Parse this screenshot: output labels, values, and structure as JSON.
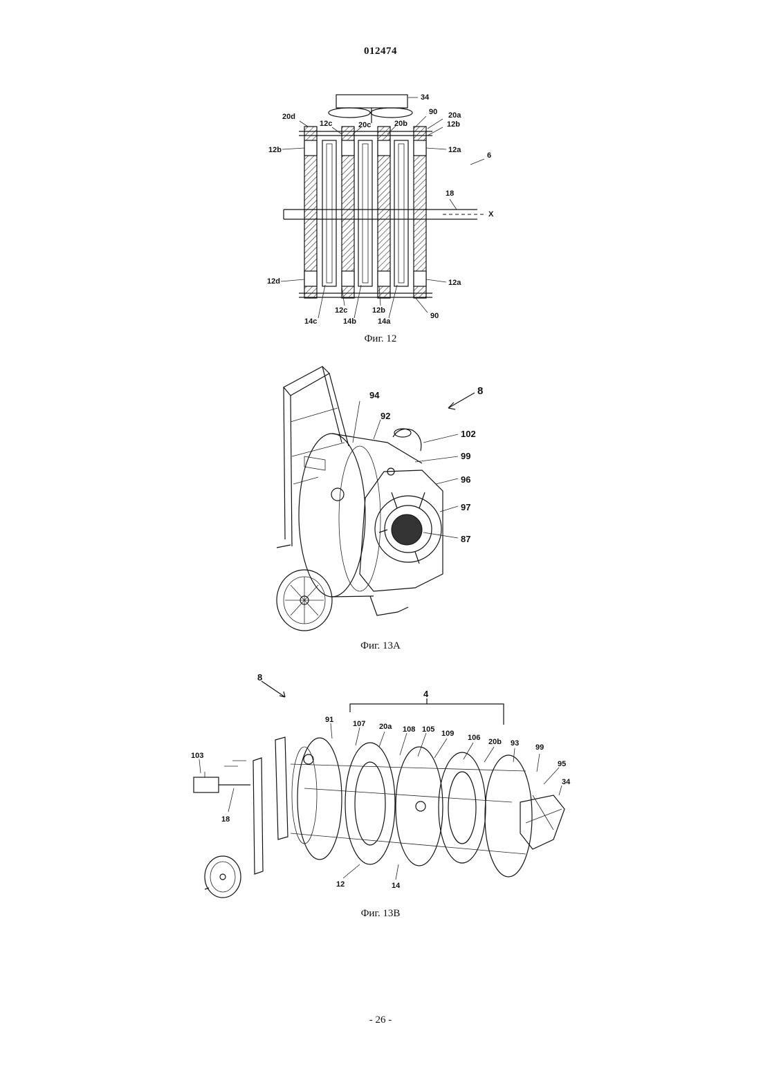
{
  "header": {
    "document_number": "012474"
  },
  "figures": [
    {
      "caption": "Фиг. 12",
      "labels": [
        "34",
        "20d",
        "12c",
        "20c",
        "20b",
        "90",
        "20a",
        "12b",
        "12b",
        "12a",
        "6",
        "18",
        "X",
        "12d",
        "12a",
        "12c",
        "12b",
        "90",
        "14c",
        "14b",
        "14a"
      ]
    },
    {
      "caption": "Фиг. 13A",
      "labels": [
        "8",
        "94",
        "92",
        "102",
        "99",
        "96",
        "97",
        "87"
      ]
    },
    {
      "caption": "Фиг. 13B",
      "labels": [
        "8",
        "4",
        "91",
        "107",
        "20a",
        "108",
        "105",
        "109",
        "106",
        "20b",
        "93",
        "99",
        "95",
        "34",
        "103",
        "18",
        "12",
        "14"
      ]
    }
  ],
  "footer": {
    "page_number": "- 26 -"
  }
}
